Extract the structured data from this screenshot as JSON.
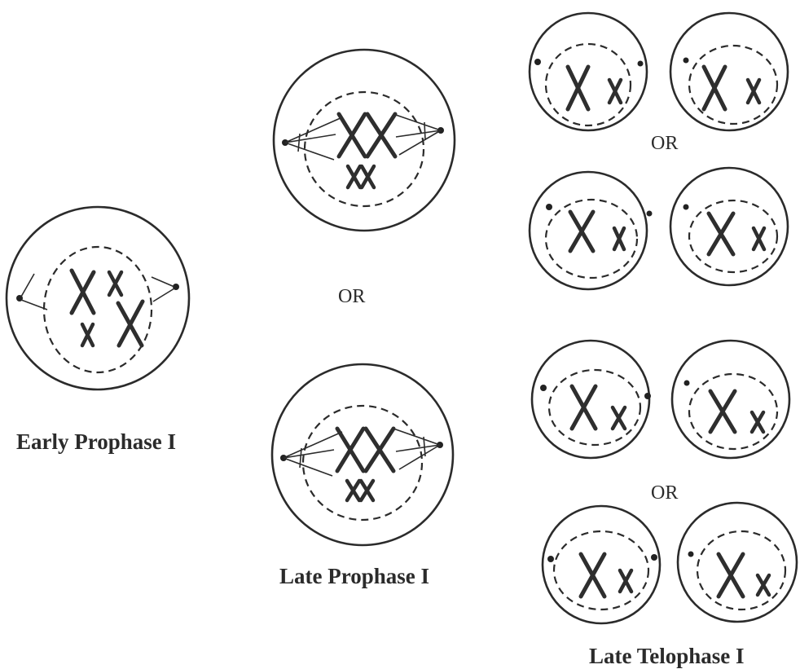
{
  "labels": {
    "early_prophase": "Early Prophase I",
    "late_prophase": "Late Prophase I",
    "late_telophase": "Late Telophase I"
  },
  "or_labels": {
    "middle": "OR",
    "right_top": "OR",
    "right_bottom": "OR"
  },
  "colors": {
    "ink": "#2b2b2b",
    "background": "#ffffff"
  }
}
